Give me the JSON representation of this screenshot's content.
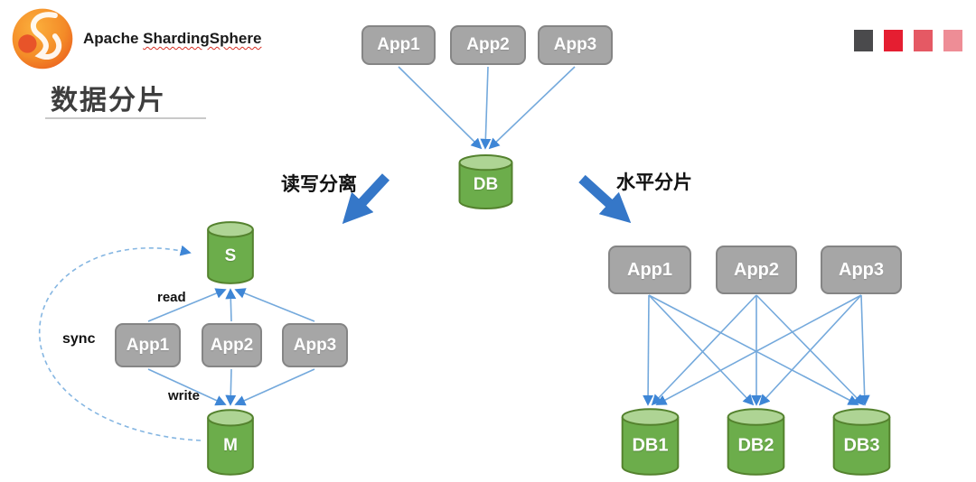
{
  "header": {
    "logo_icon": "shardingsphere-flame-logo",
    "brand_prefix": "Apache ",
    "brand_name": "ShardingSphere",
    "title": "数据分片",
    "palette": [
      "#4a4a4c",
      "#e51e31",
      "#e55964",
      "#ee8d96"
    ]
  },
  "top_cluster": {
    "apps": [
      "App1",
      "App2",
      "App3"
    ],
    "db": "DB"
  },
  "branches": {
    "left_label": "读写分离",
    "right_label": "水平分片"
  },
  "left_cluster": {
    "slave": "S",
    "master": "M",
    "apps": [
      "App1",
      "App2",
      "App3"
    ],
    "read_label": "read",
    "write_label": "write",
    "sync_label": "sync"
  },
  "right_cluster": {
    "apps": [
      "App1",
      "App2",
      "App3"
    ],
    "dbs": [
      "DB1",
      "DB2",
      "DB3"
    ]
  },
  "colors": {
    "cylinder_body": "#6cad4b",
    "cylinder_top": "#aed494",
    "cylinder_border": "#54822e",
    "box_fill": "#a6a6a6",
    "box_border": "#858585",
    "connector_blue": "#74a9dc",
    "arrowhead_blue": "#3e86d6",
    "big_arrow_blue": "#3577c8"
  }
}
